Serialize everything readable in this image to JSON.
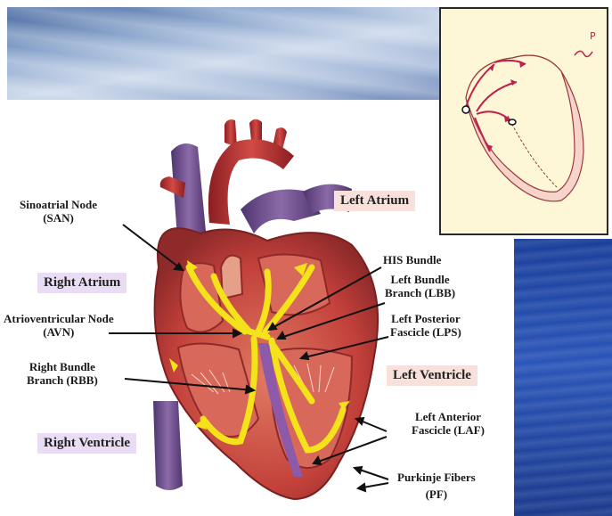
{
  "labels": {
    "san_line1": "Sinoatrial Node",
    "san_line2": "(SAN)",
    "left_atrium": "Left Atrium",
    "right_atrium": "Right Atrium",
    "his_bundle": "HIS Bundle",
    "lbb_line1": "Left Bundle",
    "lbb_line2": "Branch (LBB)",
    "avn_line1": "Atrioventricular Node",
    "avn_line2": "(AVN)",
    "lps_line1": "Left Posterior",
    "lps_line2": "Fascicle (LPS)",
    "rbb_line1": "Right Bundle",
    "rbb_line2": "Branch (RBB)",
    "left_ventricle": "Left Ventricle",
    "laf_line1": "Left Anterior",
    "laf_line2": "Fascicle (LAF)",
    "right_ventricle": "Right Ventricle",
    "pf_line1": "Purkinje Fibers",
    "pf_line2": "(PF)"
  },
  "inset": {
    "wave_label": "P"
  },
  "colors": {
    "heart_red": "#c2403a",
    "vessel_purple": "#6a4a8a",
    "conduction_yellow": "#f4e21a",
    "right_box": "#eadcf4",
    "left_box": "#f7e1da",
    "inset_bg": "#fdf7d8"
  }
}
